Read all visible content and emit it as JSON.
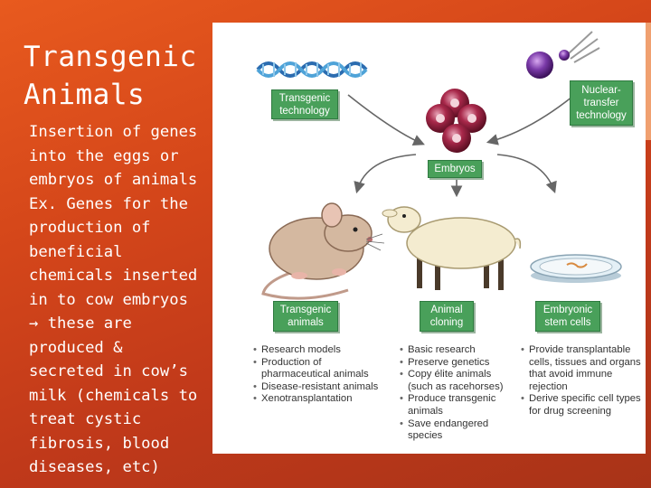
{
  "slide": {
    "title_line1": "Transgenic",
    "title_line2": "Animals",
    "body": [
      "Insertion of genes",
      "into the eggs or",
      "embryos of animals",
      "Ex. Genes for the",
      "production of",
      "beneficial",
      "chemicals inserted",
      "in to cow embryos",
      "→ these are",
      "produced &",
      "secreted in cow’s",
      "milk (chemicals to",
      "treat cystic",
      "fibrosis, blood",
      "diseases, etc)"
    ]
  },
  "diagram": {
    "labels": {
      "transgenic_technology": [
        "Transgenic",
        "technology"
      ],
      "nuclear_transfer": [
        "Nuclear-",
        "transfer",
        "technology"
      ],
      "embryos": [
        "Embryos"
      ],
      "transgenic_animals": [
        "Transgenic",
        "animals"
      ],
      "animal_cloning": [
        "Animal",
        "cloning"
      ],
      "embryonic_stem_cells": [
        "Embryonic",
        "stem cells"
      ]
    },
    "lists": {
      "transgenic_animals": [
        "Research models",
        "Production of pharmaceutical animals",
        "Disease-resistant animals",
        "Xenotransplantation"
      ],
      "animal_cloning": [
        "Basic research",
        "Preserve genetics",
        "Copy élite animals (such as racehorses)",
        "Produce transgenic animals",
        "Save endangered species"
      ],
      "embryonic_stem_cells": [
        "Provide transplantable cells, tissues and organs that avoid immune rejection",
        "Derive specific cell types for drug screening"
      ]
    }
  },
  "colors": {
    "background": "#d4461a",
    "label_green": "#49a05a",
    "embryo_red": "#8e1a35",
    "nucleus_purple": "#6a2a8a"
  }
}
